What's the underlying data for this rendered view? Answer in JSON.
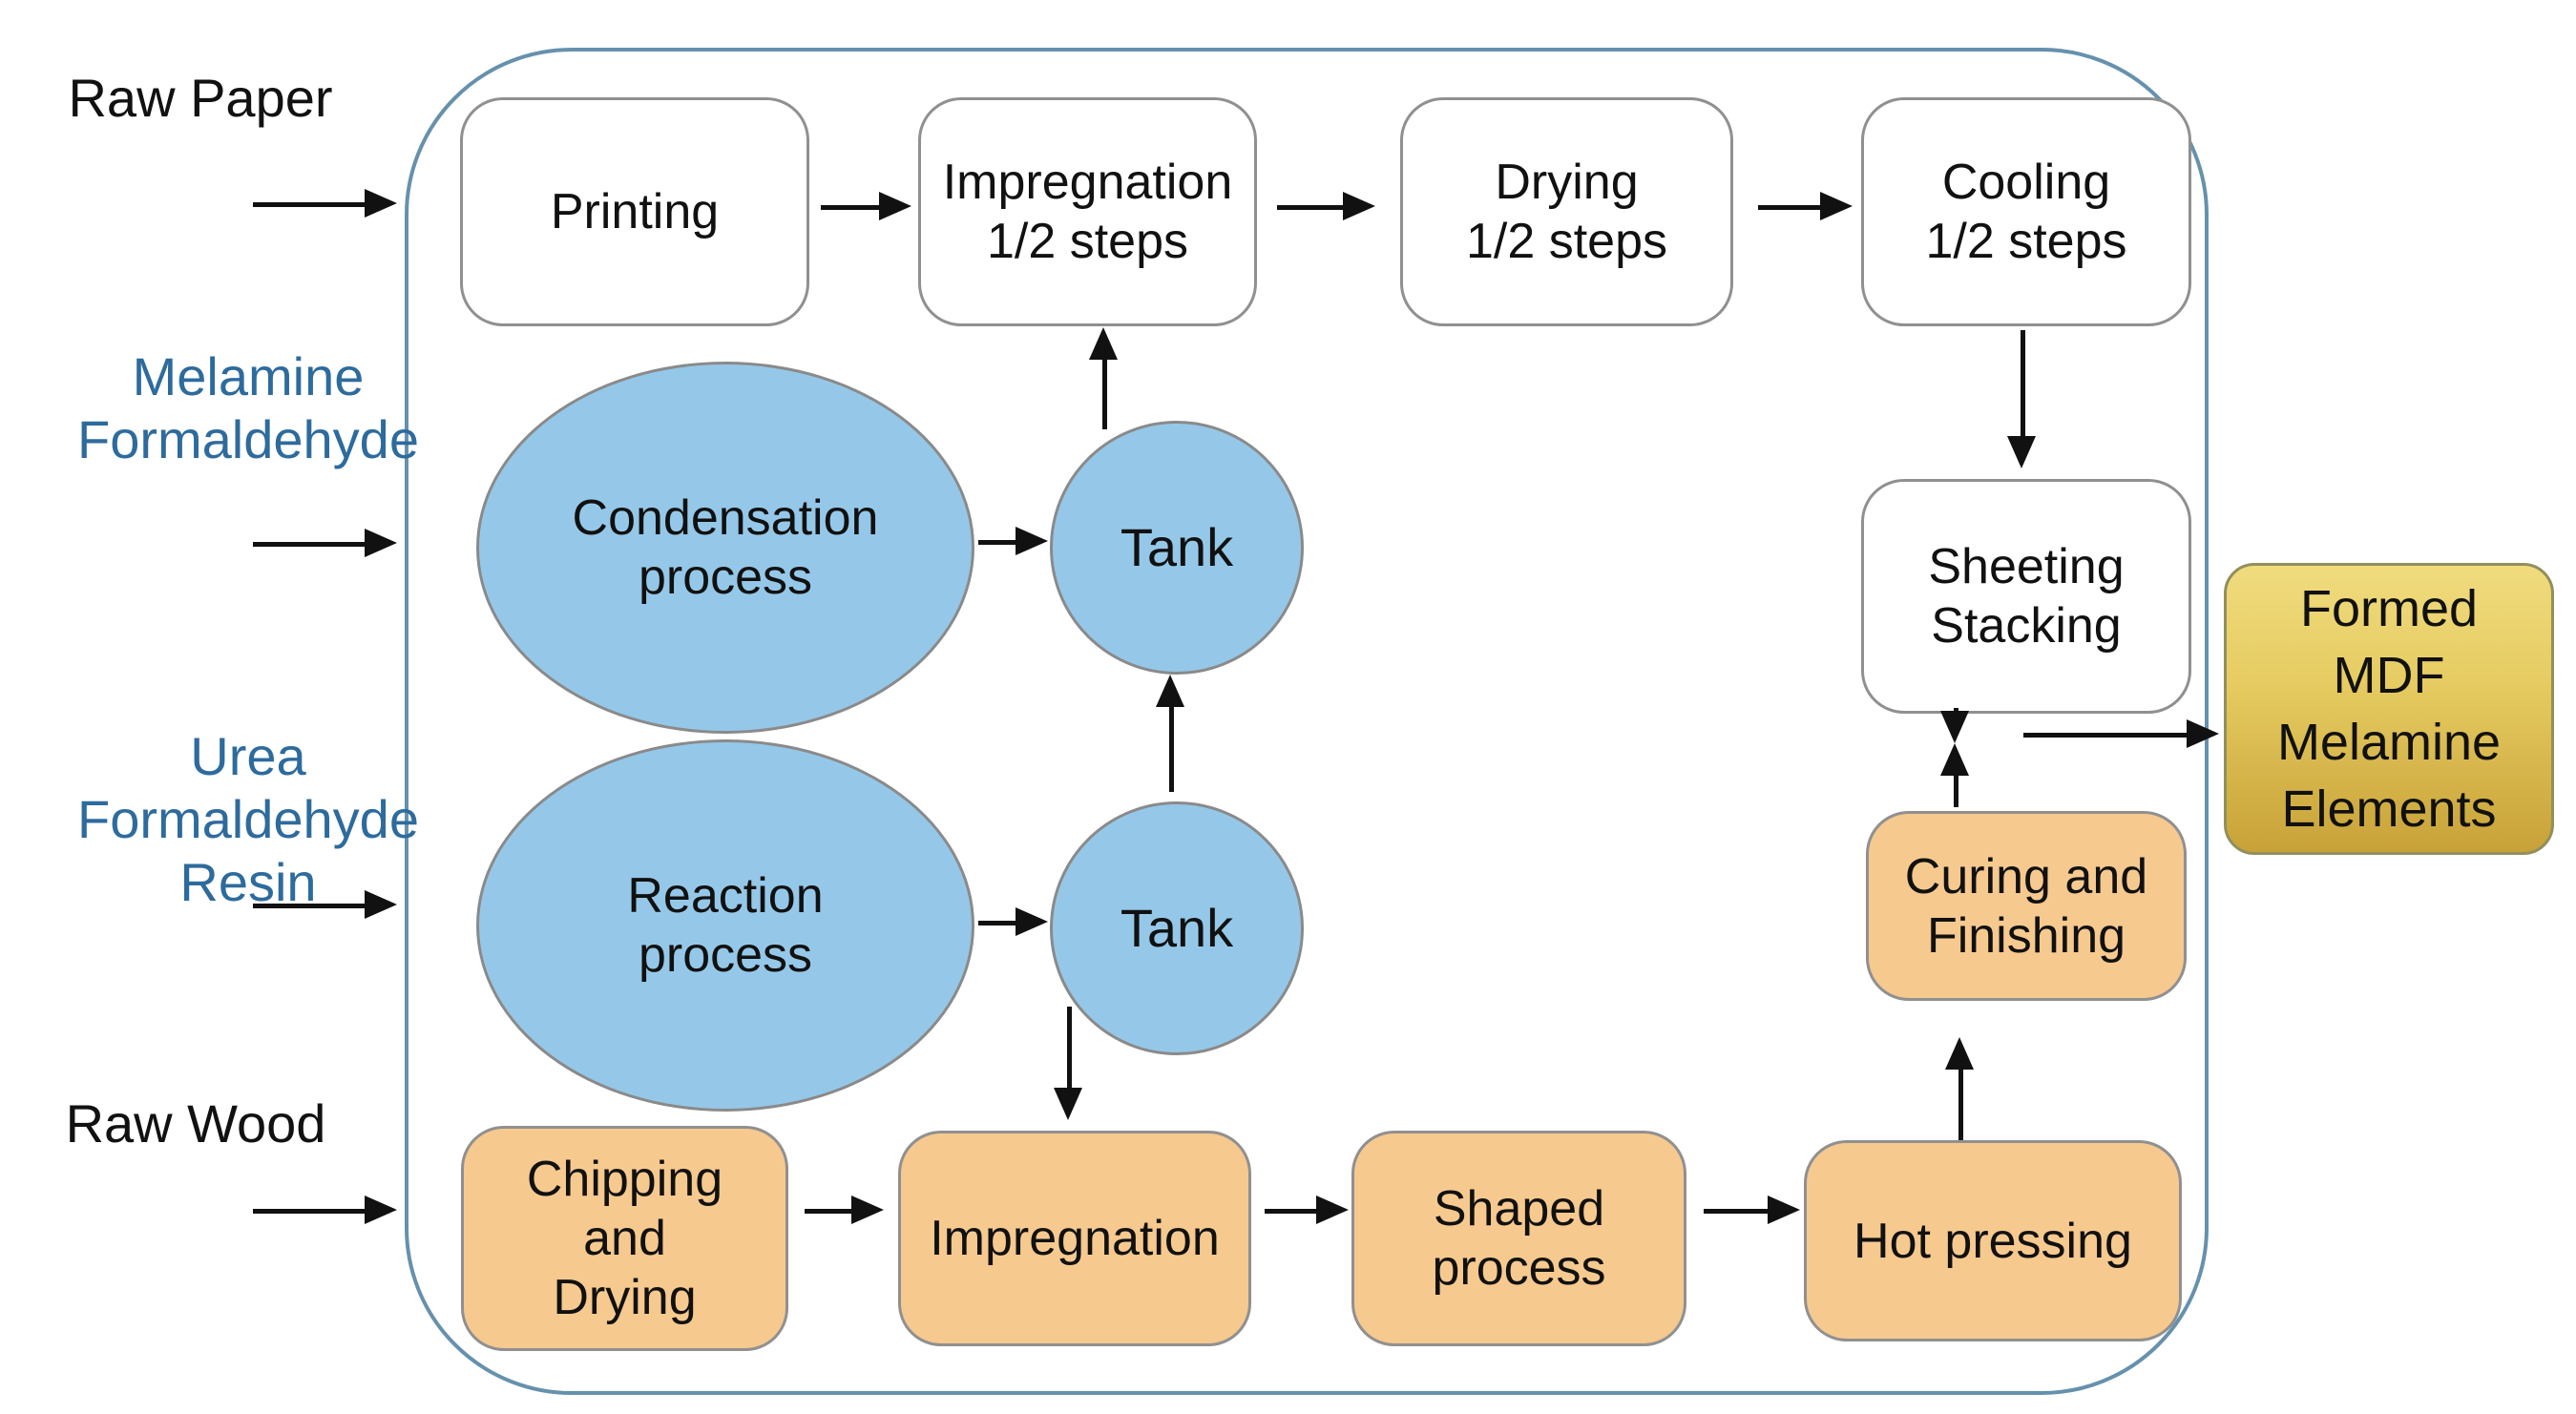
{
  "diagram": {
    "title": "MDF melamine elements production flow",
    "palette": {
      "container_border": "#6691ad",
      "white_box": "#ffffff",
      "orange_box": "#f6c98f",
      "blue_shape": "#95c8e8",
      "gold_top": "#f0db7e",
      "gold_bottom": "#c8a238",
      "box_border": "#909090",
      "arrow": "#111111",
      "label_blue": "#2e6b9d",
      "label_black": "#111111"
    },
    "inputs": {
      "raw_paper": "Raw Paper",
      "melamine": "Melamine\nFormaldehyde",
      "urea": "Urea\nFormaldehyde\nResin",
      "raw_wood": "Raw Wood"
    },
    "nodes": {
      "printing": "Printing",
      "impregnation_steps": "Impregnation\n1/2 steps",
      "drying_steps": "Drying\n1/2 steps",
      "cooling_steps": "Cooling\n1/2 steps",
      "condensation": "Condensation\nprocess",
      "reaction": "Reaction\nprocess",
      "tank_top": "Tank",
      "tank_bottom": "Tank",
      "sheeting": "Sheeting\nStacking",
      "curing": "Curing and\nFinishing",
      "chipping": "Chipping\nand\nDrying",
      "impregnation_wood": "Impregnation",
      "shaped": "Shaped\nprocess",
      "hot_pressing": "Hot pressing",
      "output": "Formed\nMDF\nMelamine\nElements"
    }
  }
}
